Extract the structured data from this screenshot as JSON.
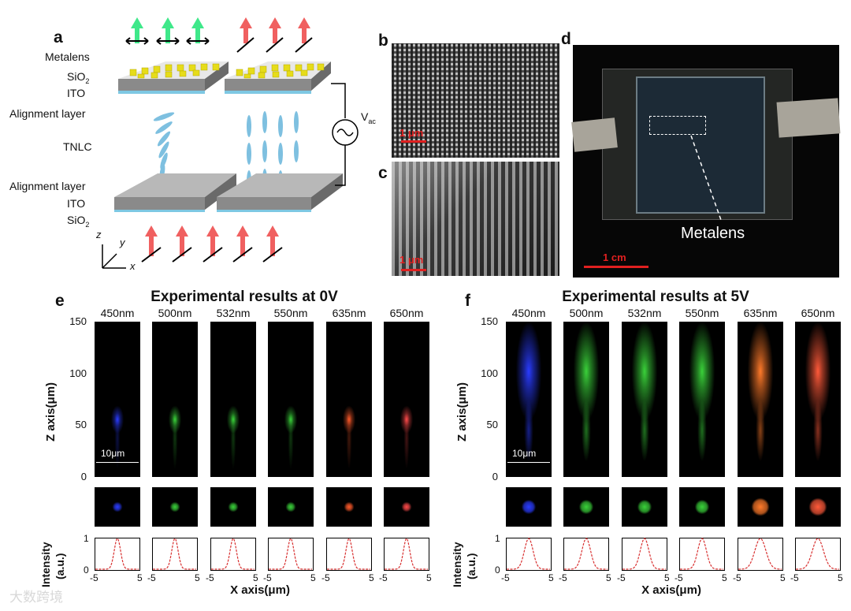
{
  "panel_a": {
    "label": "a",
    "metalens": "Metalens",
    "sio2_top": "SiO",
    "sio2_sub": "2",
    "ito_top": "ITO",
    "alignment_top": "Alignment layer",
    "tnlc": "TNLC",
    "alignment_bottom": "Alignment layer",
    "ito_bottom": "ITO",
    "sio2_bottom": "SiO",
    "sio2_bottom_sub": "2",
    "vac": "V",
    "vac_sub": "ac",
    "axis_z": "z",
    "axis_y": "y",
    "axis_x": "x"
  },
  "panel_b": {
    "label": "b",
    "scale": "1 μm"
  },
  "panel_c": {
    "label": "c",
    "scale": "1 μm"
  },
  "panel_d": {
    "label": "d",
    "metalens": "Metalens",
    "scale": "1 cm"
  },
  "panel_e": {
    "label": "e",
    "title": "Experimental results at 0V",
    "wavelengths": [
      "450nm",
      "500nm",
      "532nm",
      "550nm",
      "635nm",
      "650nm"
    ],
    "colors": [
      "#2a3cff",
      "#3ad13a",
      "#3ad13a",
      "#3ad13a",
      "#ff5a2a",
      "#ff4a4a"
    ],
    "z_ticks": [
      "150",
      "100",
      "50",
      "0"
    ],
    "z_label": "Z axis(μm)",
    "scale": "10μm",
    "intensity_label": "Intensity",
    "intensity_unit": "(a.u.)",
    "int_ticks": [
      "1",
      "0"
    ],
    "x_ticks": [
      "-5",
      "5"
    ],
    "x_label": "X axis(μm)"
  },
  "panel_f": {
    "label": "f",
    "title": "Experimental results at 5V",
    "wavelengths": [
      "450nm",
      "500nm",
      "532nm",
      "550nm",
      "635nm",
      "650nm"
    ],
    "colors": [
      "#2a3cff",
      "#3ad13a",
      "#3ad13a",
      "#3ad13a",
      "#ff7a2a",
      "#ff5a3a"
    ],
    "z_ticks": [
      "150",
      "100",
      "50",
      "0"
    ],
    "z_label": "Z axis(μm)",
    "scale": "10μm",
    "intensity_label": "Intensity",
    "intensity_unit": "(a.u.)",
    "int_ticks": [
      "1",
      "0"
    ],
    "x_ticks": [
      "-5",
      "5"
    ],
    "x_label": "X axis(μm)"
  },
  "watermark": "大数跨境"
}
